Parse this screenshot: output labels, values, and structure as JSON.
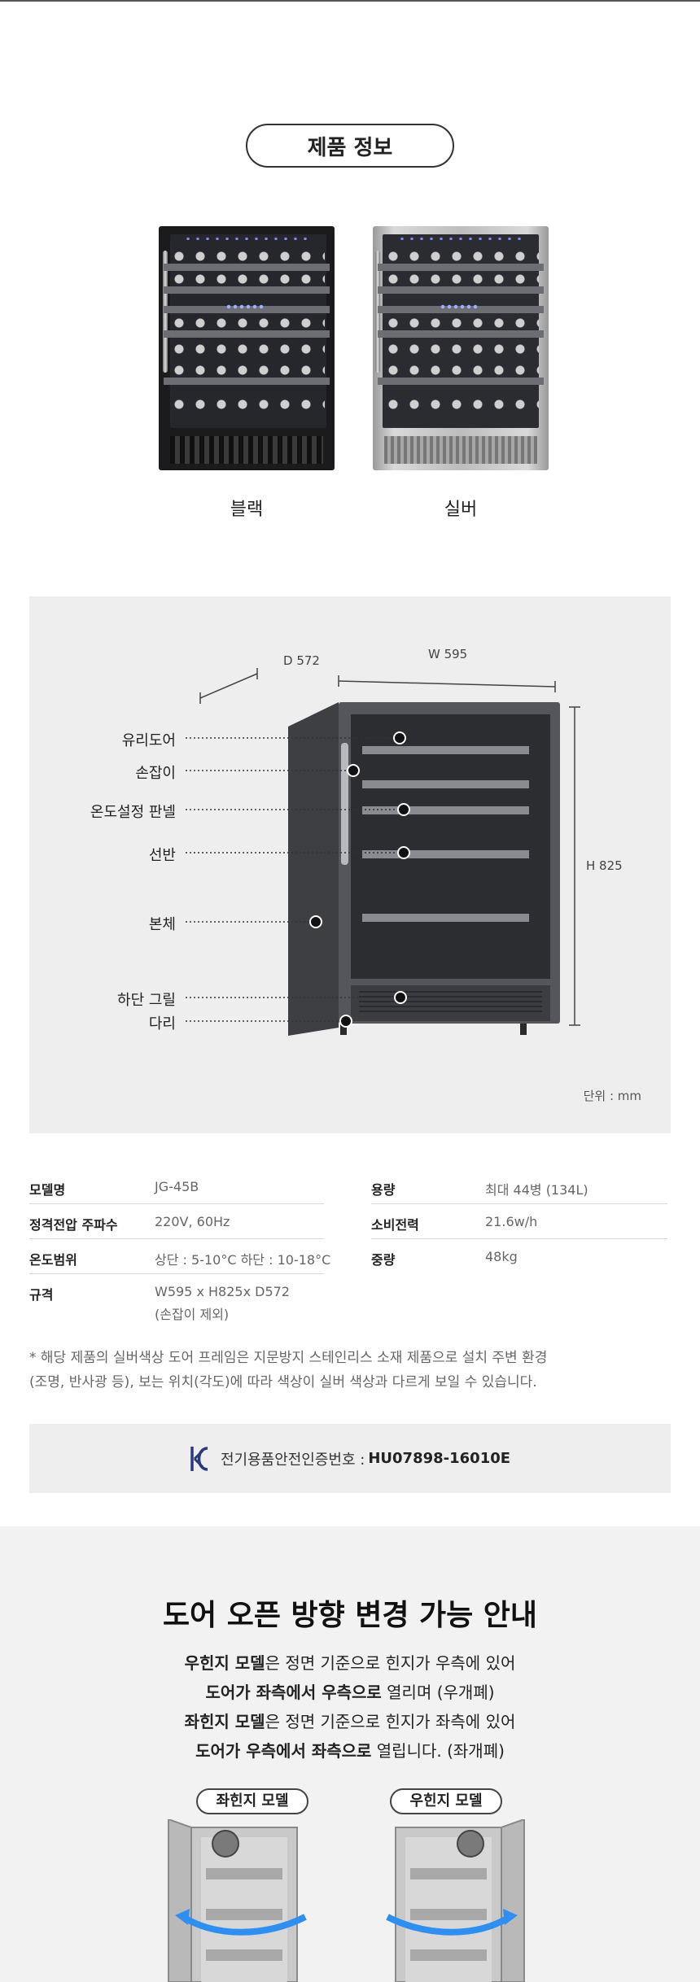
{
  "section_title": "제품 정보",
  "products": [
    {
      "label": "블랙",
      "color": "#1b1b1d"
    },
    {
      "label": "실버",
      "color": "#c4c4c4"
    }
  ],
  "dimensions": {
    "depth": "D 572",
    "width": "W 595",
    "height": "H 825",
    "unit": "단위 : mm",
    "parts": [
      "유리도어",
      "손잡이",
      "온도설정 판넬",
      "선반",
      "본체",
      "하단 그릴",
      "다리"
    ]
  },
  "specs": {
    "left": [
      {
        "key": "모델명",
        "value": "JG-45B"
      },
      {
        "key": "정격전압 주파수",
        "value": "220V, 60Hz"
      },
      {
        "key": "온도범위",
        "value": "상단 : 5-10°C 하단 : 10-18°C"
      },
      {
        "key": "규격",
        "value": "W595 x H825x D572",
        "value2": "(손잡이 제외)"
      }
    ],
    "right": [
      {
        "key": "용량",
        "value": "최대 44병 (134L)"
      },
      {
        "key": "소비전력",
        "value": "21.6w/h"
      },
      {
        "key": "중량",
        "value": "48kg"
      }
    ]
  },
  "note": {
    "line1": "* 해당 제품의 실버색상 도어 프레임은 지문방지 스테인리스 소재 제품으로 설치 주변 환경",
    "line2": "(조명, 반사광 등), 보는 위치(각도)에 따라 색상이 실버 색상과 다르게 보일 수 있습니다."
  },
  "certification": {
    "label": "전기용품안전인증번호 :",
    "code": "HU07898-16010E",
    "icon": "kc-mark-icon"
  },
  "door_guide": {
    "title": "도어 오픈 방향 변경 가능 안내",
    "line1_bold": "우힌지 모델",
    "line1_rest": "은  정면 기준으로 힌지가 우측에 있어",
    "line2_bold": "도어가 좌측에서 우측으로",
    "line2_rest": " 열리며 (우개폐)",
    "line3_bold": "좌힌지 모델",
    "line3_rest": "은 정면 기준으로 힌지가 좌측에 있어",
    "line4_bold": "도어가 우측에서 좌측으로",
    "line4_rest": " 열립니다. (좌개폐)",
    "models": [
      "좌힌지 모델",
      "우힌지 모델"
    ],
    "arrow_color": "#2f8ff0"
  }
}
